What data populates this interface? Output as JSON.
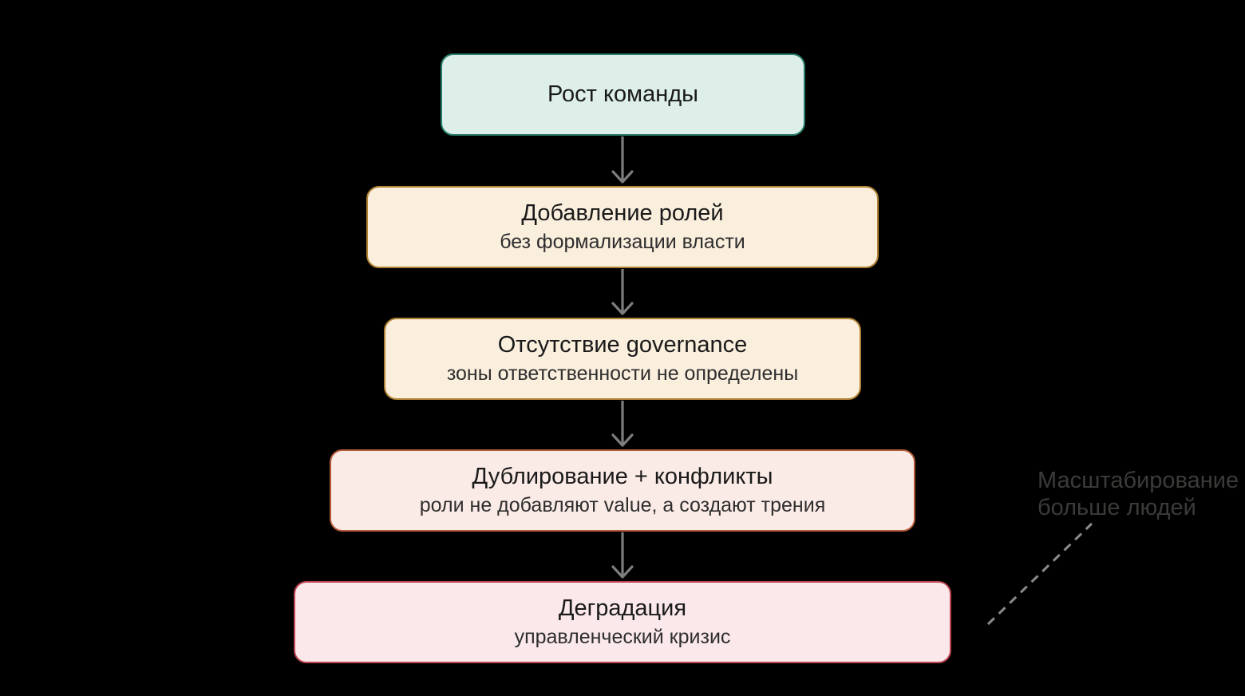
{
  "diagram": {
    "type": "flowchart-vertical",
    "nodes": [
      {
        "id": "team-growth",
        "title": "Рост команды",
        "subtitle": "",
        "fill": "#ddefe8",
        "border": "#2a7f6b"
      },
      {
        "id": "adding-roles",
        "title": "Добавление ролей",
        "subtitle": "без формализации власти",
        "fill": "#faeedd",
        "border": "#b08234"
      },
      {
        "id": "no-governance",
        "title": "Отсутствие governance",
        "subtitle": "зоны ответственности не определены",
        "fill": "#faeedd",
        "border": "#b08234"
      },
      {
        "id": "duplication",
        "title": "Дублирование + конфликты",
        "subtitle": "роли не добавляют value, а создают трения",
        "fill": "#fbebe6",
        "border": "#b65c3c"
      },
      {
        "id": "degradation",
        "title": "Деградация",
        "subtitle": "управленческий кризис",
        "fill": "#fae8ea",
        "border": "#bb4450"
      }
    ],
    "edges": [
      {
        "from": "team-growth",
        "to": "adding-roles",
        "style": "solid-arrow"
      },
      {
        "from": "adding-roles",
        "to": "no-governance",
        "style": "solid-arrow"
      },
      {
        "from": "no-governance",
        "to": "duplication",
        "style": "solid-arrow"
      },
      {
        "from": "duplication",
        "to": "degradation",
        "style": "solid-arrow"
      },
      {
        "from": "degradation",
        "to": "annotation",
        "style": "dashed-line"
      }
    ],
    "annotation": {
      "line1": "Масштабирование",
      "line2": "больше людей"
    },
    "colors": {
      "background": "#000000",
      "arrow": "#7d7d7d",
      "dashed_line": "#8a8a8a",
      "title_text": "#1a1a1a",
      "subtitle_text": "#2e2e2e",
      "annotation_text": "#3b3b39"
    }
  }
}
